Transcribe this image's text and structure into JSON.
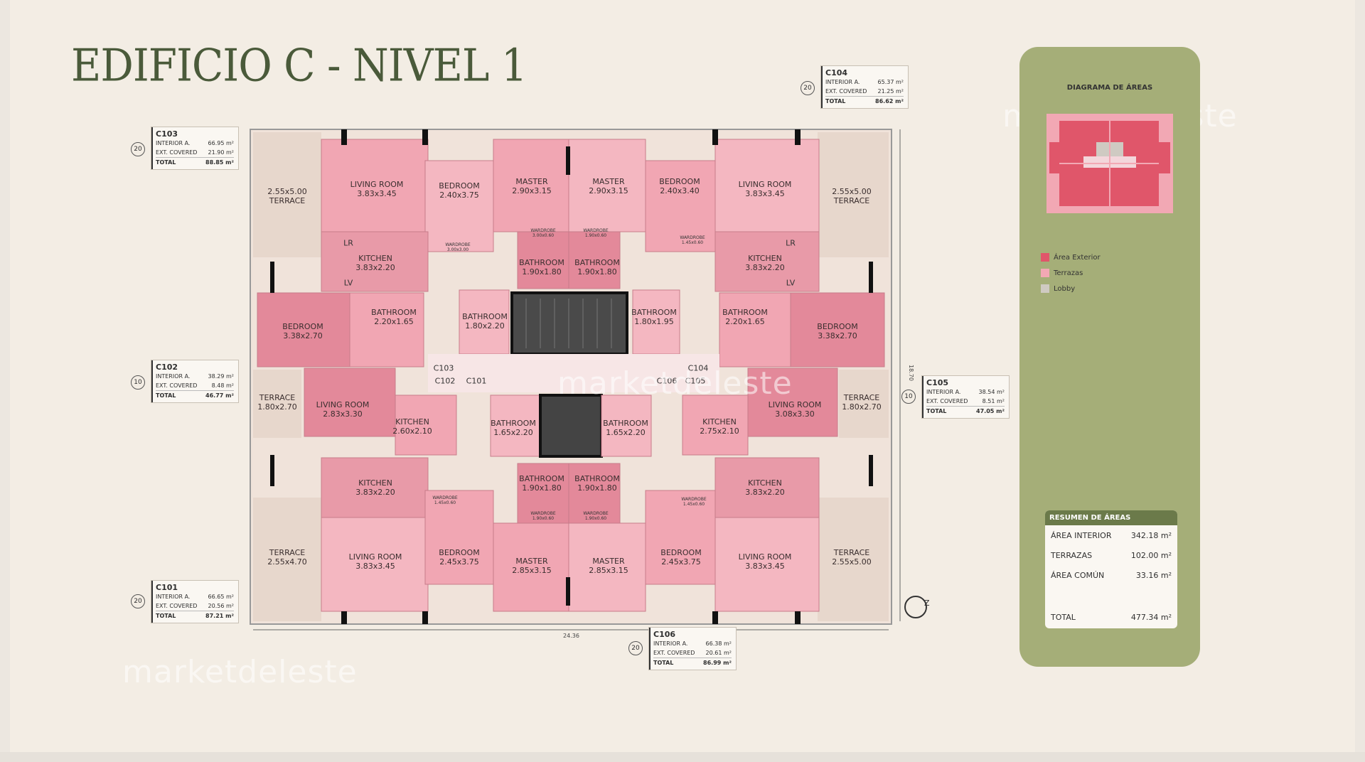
{
  "title": "EDIFICIO C - NIVEL 1",
  "units": [
    {
      "id": "C103",
      "badge": "20",
      "interior_label": "INTERIOR A.",
      "interior": "66.95",
      "ext_label": "EXT. COVERED",
      "ext": "21.90",
      "total_label": "TOTAL",
      "total": "88.85",
      "unit": "m²"
    },
    {
      "id": "C104",
      "badge": "20",
      "interior_label": "INTERIOR A.",
      "interior": "65.37",
      "ext_label": "EXT. COVERED",
      "ext": "21.25",
      "total_label": "TOTAL",
      "total": "86.62",
      "unit": "m²"
    },
    {
      "id": "C102",
      "badge": "10",
      "interior_label": "INTERIOR A.",
      "interior": "38.29",
      "ext_label": "EXT. COVERED",
      "ext": "8.48",
      "total_label": "TOTAL",
      "total": "46.77",
      "unit": "m²"
    },
    {
      "id": "C105",
      "badge": "10",
      "interior_label": "INTERIOR A.",
      "interior": "38.54",
      "ext_label": "EXT. COVERED",
      "ext": "8.51",
      "total_label": "TOTAL",
      "total": "47.05",
      "unit": "m²"
    },
    {
      "id": "C101",
      "badge": "20",
      "interior_label": "INTERIOR A.",
      "interior": "66.65",
      "ext_label": "EXT. COVERED",
      "ext": "20.56",
      "total_label": "TOTAL",
      "total": "87.21",
      "unit": "m²"
    },
    {
      "id": "C106",
      "badge": "20",
      "interior_label": "INTERIOR A.",
      "interior": "66.38",
      "ext_label": "EXT. COVERED",
      "ext": "20.61",
      "total_label": "TOTAL",
      "total": "86.99",
      "unit": "m²"
    }
  ],
  "rooms": [
    {
      "name": "LIVING ROOM",
      "dim": "3.83x3.45"
    },
    {
      "name": "BEDROOM",
      "dim": "2.40x3.75"
    },
    {
      "name": "MASTER",
      "dim": "2.90x3.15"
    },
    {
      "name": "MASTER",
      "dim": "2.90x3.15"
    },
    {
      "name": "BEDROOM",
      "dim": "2.40x3.40"
    },
    {
      "name": "LIVING ROOM",
      "dim": "3.83x3.45"
    },
    {
      "name": "2.55x5.00",
      "dim": "TERRACE"
    },
    {
      "name": "2.55x5.00",
      "dim": "TERRACE"
    },
    {
      "name": "KITCHEN",
      "dim": "3.83x2.20"
    },
    {
      "name": "BATHROOM",
      "dim": "1.90x1.80"
    },
    {
      "name": "BATHROOM",
      "dim": "1.90x1.80"
    },
    {
      "name": "KITCHEN",
      "dim": "3.83x2.20"
    },
    {
      "name": "BEDROOM",
      "dim": "3.38x2.70"
    },
    {
      "name": "BATHROOM",
      "dim": "2.20x1.65"
    },
    {
      "name": "BATHROOM",
      "dim": "1.80x2.20"
    },
    {
      "name": "BATHROOM",
      "dim": "1.80x1.95"
    },
    {
      "name": "BATHROOM",
      "dim": "2.20x1.65"
    },
    {
      "name": "BEDROOM",
      "dim": "3.38x2.70"
    },
    {
      "name": "TERRACE",
      "dim": "1.80x2.70"
    },
    {
      "name": "LIVING ROOM",
      "dim": "2.83x3.30"
    },
    {
      "name": "KITCHEN",
      "dim": "2.60x2.10"
    },
    {
      "name": "BATHROOM",
      "dim": "1.65x2.20"
    },
    {
      "name": "BATHROOM",
      "dim": "1.65x2.20"
    },
    {
      "name": "KITCHEN",
      "dim": "2.75x2.10"
    },
    {
      "name": "LIVING ROOM",
      "dim": "3.08x3.30"
    },
    {
      "name": "TERRACE",
      "dim": "1.80x2.70"
    },
    {
      "name": "KITCHEN",
      "dim": "3.83x2.20"
    },
    {
      "name": "BATHROOM",
      "dim": "1.90x1.80"
    },
    {
      "name": "BATHROOM",
      "dim": "1.90x1.80"
    },
    {
      "name": "KITCHEN",
      "dim": "3.83x2.20"
    },
    {
      "name": "TERRACE",
      "dim": "2.55x4.70"
    },
    {
      "name": "LIVING ROOM",
      "dim": "3.83x3.45"
    },
    {
      "name": "BEDROOM",
      "dim": "2.45x3.75"
    },
    {
      "name": "MASTER",
      "dim": "2.85x3.15"
    },
    {
      "name": "MASTER",
      "dim": "2.85x3.15"
    },
    {
      "name": "BEDROOM",
      "dim": "2.45x3.75"
    },
    {
      "name": "LIVING ROOM",
      "dim": "3.83x3.45"
    },
    {
      "name": "TERRACE",
      "dim": "2.55x5.00"
    }
  ],
  "wardrobes": [
    {
      "label": "WARDROBE",
      "dim": "3.00x3.00"
    },
    {
      "label": "WARDROBE",
      "dim": "3.00x0.60"
    },
    {
      "label": "WARDROBE",
      "dim": "1.90x0.60"
    },
    {
      "label": "WARDROBE",
      "dim": "1.45x0.60"
    },
    {
      "label": "WARDROBE",
      "dim": "1.90x0.60"
    },
    {
      "label": "WARDROBE",
      "dim": "1.90x0.60"
    },
    {
      "label": "WARDROBE",
      "dim": "1.45x0.60"
    },
    {
      "label": "WARDROBE",
      "dim": "1.45x0.60"
    }
  ],
  "fixtures": {
    "lr": "LR",
    "lv": "LV"
  },
  "corridor_labels": [
    "C103",
    "C102",
    "C101",
    "C106",
    "C104",
    "C105"
  ],
  "dimensions": {
    "width": "24.36",
    "height": "18.70"
  },
  "watermark": "marketdeleste",
  "diagram": {
    "title": "DIAGRAMA DE ÁREAS",
    "legend": [
      {
        "label": "Área Exterior",
        "color": "#e0566a"
      },
      {
        "label": "Terrazas",
        "color": "#f2a8b4"
      },
      {
        "label": "Lobby",
        "color": "#cfcac2"
      }
    ]
  },
  "summary": {
    "title": "RESUMEN DE ÁREAS",
    "rows": [
      {
        "label": "ÁREA INTERIOR",
        "value": "342.18",
        "unit": "m²"
      },
      {
        "label": "TERRAZAS",
        "value": "102.00",
        "unit": "m²"
      },
      {
        "label": "ÁREA COMÚN",
        "value": "33.16",
        "unit": "m²"
      }
    ],
    "total": {
      "label": "TOTAL",
      "value": "477.34",
      "unit": "m²"
    }
  },
  "north_label": "Z",
  "colors": {
    "panel": "#a5ae78",
    "room_pink": "#f1a6b3",
    "room_dark": "#e3899a",
    "lobby": "#f7e6e6",
    "terrace": "#e7d7cc"
  }
}
